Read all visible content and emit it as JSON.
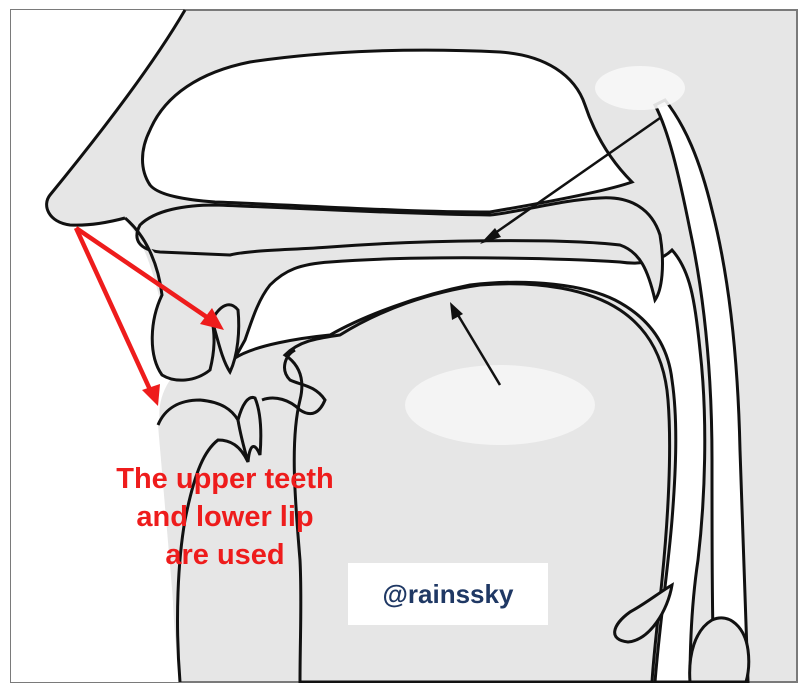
{
  "diagram": {
    "caption_lines": [
      "The upper teeth",
      "and lower lip",
      "are used"
    ],
    "watermark": "@rainssky",
    "colors": {
      "fill": "#e6e6e6",
      "outline": "#111111",
      "arrow_red": "#ee1c1c",
      "watermark_text": "#1f3864"
    }
  }
}
